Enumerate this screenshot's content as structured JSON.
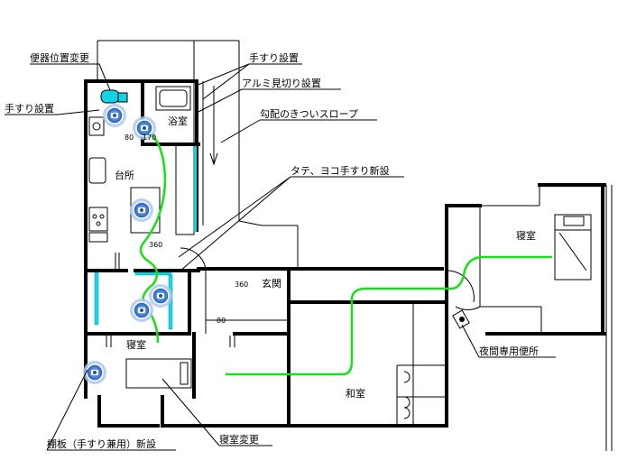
{
  "labels": {
    "toilet_move": "便器位置変更",
    "handrail_install_left": "手すり設置",
    "handrail_install_right": "手すり設置",
    "aluminum_threshold": "アルミ見切り設置",
    "steep_slope": "勾配のきついスロープ",
    "handrail_new": "タテ、ヨコ手すり新設",
    "night_toilet": "夜間専用便所",
    "shelf_handrail": "棚板（手すり兼用）新設",
    "bedroom_change": "寝室変更"
  },
  "rooms": {
    "bath": "浴室",
    "kitchen": "台所",
    "bedroom_left": "寝室",
    "entrance": "玄関",
    "washitsu": "和室",
    "bedroom_right": "寝室"
  },
  "dimensions": {
    "d1": "80",
    "d2": "170",
    "d3": "360",
    "d4": "80",
    "d5": "360"
  },
  "colors": {
    "path": "#16e016",
    "handrail": "#16d7e8",
    "marker": "#3a7bd5"
  },
  "icons": [
    "camera-marker-icon",
    "toilet-icon",
    "bathtub-icon",
    "stove-icon",
    "bed-icon",
    "portable-toilet-icon",
    "arrow-down-icon"
  ]
}
